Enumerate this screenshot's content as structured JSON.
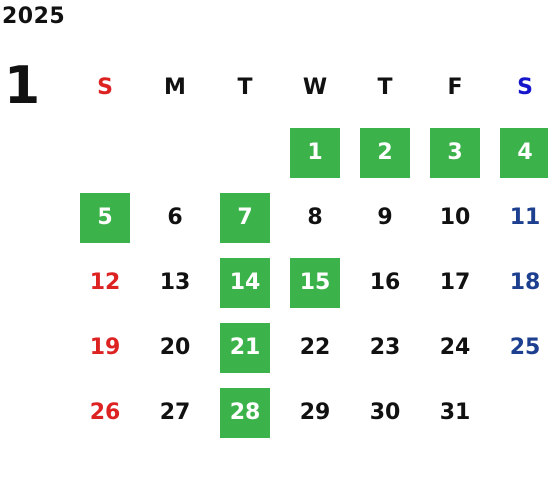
{
  "calendar": {
    "year": "2025",
    "month": "1",
    "weekdays": [
      "S",
      "M",
      "T",
      "W",
      "T",
      "F",
      "S"
    ],
    "highlight_color": "#3cb24a",
    "sunday_color": "#dd2222",
    "saturday_color": "#1d3f8f",
    "weeks": [
      [
        "",
        "",
        "",
        "1",
        "2",
        "3",
        "4"
      ],
      [
        "5",
        "6",
        "7",
        "8",
        "9",
        "10",
        "11"
      ],
      [
        "12",
        "13",
        "14",
        "15",
        "16",
        "17",
        "18"
      ],
      [
        "19",
        "20",
        "21",
        "22",
        "23",
        "24",
        "25"
      ],
      [
        "26",
        "27",
        "28",
        "29",
        "30",
        "31",
        ""
      ]
    ],
    "highlighted_days": [
      "1",
      "2",
      "3",
      "4",
      "5",
      "7",
      "14",
      "15",
      "21",
      "28"
    ]
  }
}
